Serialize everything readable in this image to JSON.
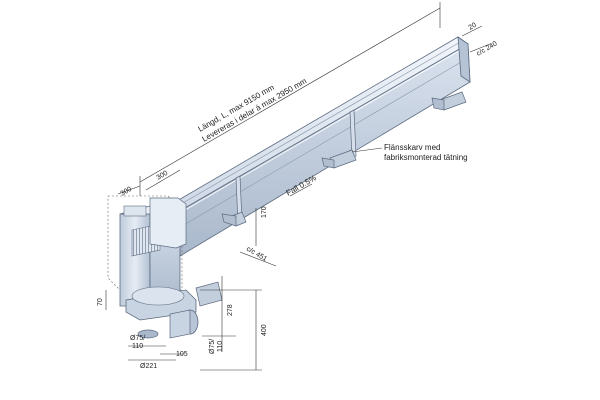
{
  "labels": {
    "length_line1": "Längd, L, max 9150 mm",
    "length_line2": "Levereras i delar á max 2950 mm",
    "width_300_top": "300",
    "width_300_left": "300",
    "height_170": "170",
    "spacing_c451": "c/c 451",
    "slope": "Fall 0.5%",
    "joint_line1": "Flänsskarv med",
    "joint_line2": "fabriksmonterad tätning",
    "top_20": "20",
    "spacing_c240": "c/c 240",
    "dim_70": "70",
    "dim_278": "278",
    "dim_400": "400",
    "pipe_75_110_a_top": "Ø75/",
    "pipe_75_110_a_bottom": "110",
    "pipe_75_110_b_top": "Ø75/",
    "pipe_75_110_b_bottom": "110",
    "dim_221": "Ø221",
    "dim_105": "105"
  },
  "colors": {
    "channel_light": "#e4ebf4",
    "channel_mid": "#c8d3e2",
    "channel_dark": "#9fb0c6",
    "outline": "#5c6b80",
    "dim_line": "#333333"
  }
}
